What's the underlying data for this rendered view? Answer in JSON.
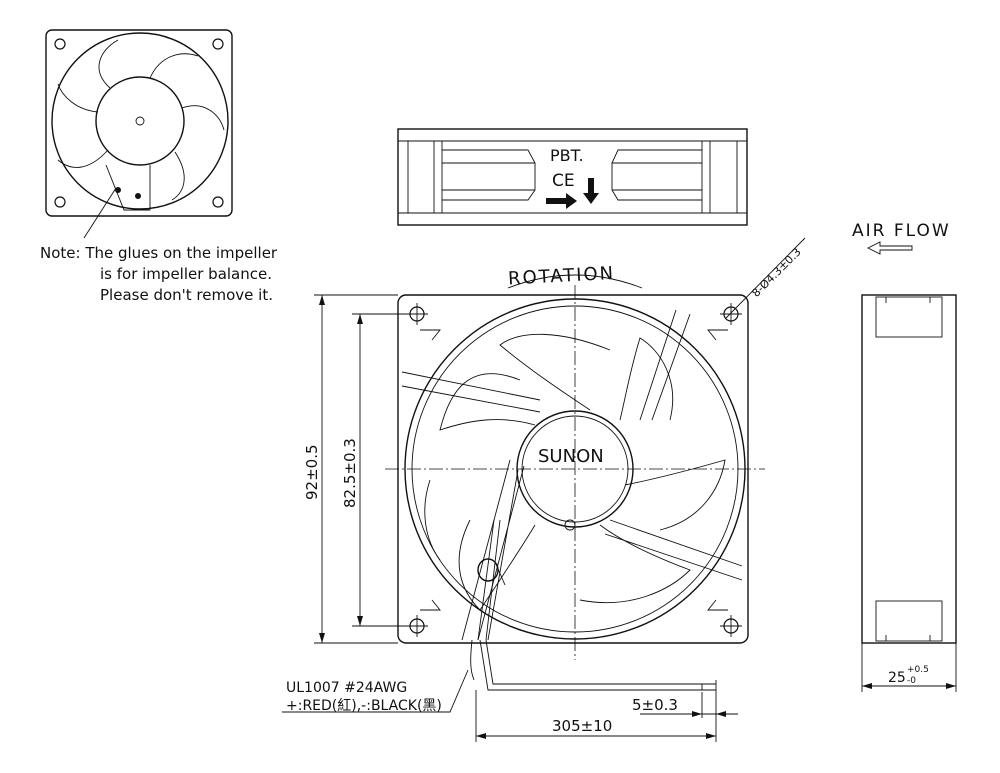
{
  "note": {
    "line1": "Note: The glues on the impeller",
    "line2": "is for impeller balance.",
    "line3": "Please don't remove it."
  },
  "side_view": {
    "material": "PBT.",
    "ce_mark": "CE"
  },
  "labels": {
    "rotation": "ROTATION",
    "air_flow": "AIR FLOW",
    "brand": "SUNON"
  },
  "dimensions": {
    "hole_spec": "8-Ø4.3±0.3",
    "outer_size": "92±0.5",
    "hole_pitch": "82.5±0.3",
    "wire_strip": "5±0.3",
    "wire_length": "305±10",
    "thickness": "25",
    "thickness_tol_upper": "+0.5",
    "thickness_tol_lower": "-0"
  },
  "wire": {
    "spec": "UL1007  #24AWG",
    "color_code": "+:RED(紅),-:BLACK(黑)"
  }
}
